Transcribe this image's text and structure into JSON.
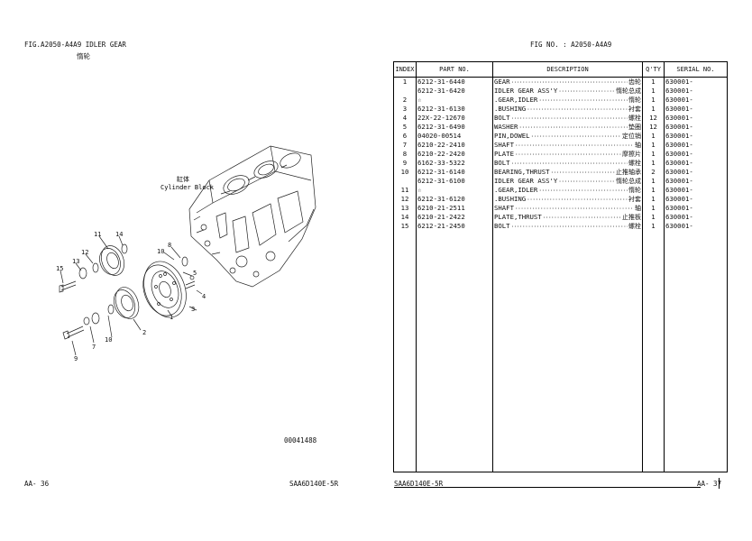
{
  "header": {
    "left_title": "FIG.A2050-A4A9 IDLER GEAR",
    "left_subtitle": "惰轮",
    "right_title": "FIG NO. : A2050-A4A9"
  },
  "drawing": {
    "block_label_cn": "缸体",
    "block_label_en": "Cylinder Block",
    "callouts": [
      "11",
      "14",
      "8",
      "10",
      "4",
      "12",
      "13",
      "15",
      "3",
      "1",
      "2",
      "10",
      "7",
      "9",
      "5"
    ],
    "doc_number": "00041488"
  },
  "table": {
    "headers": {
      "index": "INDEX",
      "part": "PART  NO.",
      "description": "DESCRIPTION",
      "qty": "Q'TY",
      "serial": "SERIAL  NO."
    },
    "rows": [
      {
        "index": "1",
        "part": "6212-31-6440",
        "desc": "GEAR",
        "desc_cn": "齿轮",
        "qty": "1",
        "serial": "630001-"
      },
      {
        "index": "",
        "part": "6212-31-6420",
        "desc": " IDLER GEAR ASS'Y",
        "desc_cn": "惰轮总成",
        "qty": "1",
        "serial": "630001-"
      },
      {
        "index": "2",
        "part": "☆",
        "desc": ".GEAR,IDLER",
        "desc_cn": "惰轮",
        "qty": "1",
        "serial": "630001-"
      },
      {
        "index": "3",
        "part": "6212-31-6130",
        "desc": ".BUSHING",
        "desc_cn": "衬套",
        "qty": "1",
        "serial": "630001-"
      },
      {
        "index": "4",
        "part": "22X-22-12670",
        "desc": "BOLT",
        "desc_cn": "螺栓",
        "qty": "12",
        "serial": "630001-"
      },
      {
        "index": "5",
        "part": "6212-31-6490",
        "desc": "WASHER",
        "desc_cn": "垫圈",
        "qty": "12",
        "serial": "630001-"
      },
      {
        "index": "6",
        "part": "04020-00514",
        "desc": "PIN,DOWEL",
        "desc_cn": "定位销",
        "qty": "1",
        "serial": "630001-"
      },
      {
        "index": "7",
        "part": "6210-22-2410",
        "desc": "SHAFT",
        "desc_cn": "轴",
        "qty": "1",
        "serial": "630001-"
      },
      {
        "index": "8",
        "part": "6210-22-2420",
        "desc": "PLATE",
        "desc_cn": "摩擦片",
        "qty": "1",
        "serial": "630001-"
      },
      {
        "index": "9",
        "part": "6162-33-5322",
        "desc": "BOLT",
        "desc_cn": "螺栓",
        "qty": "1",
        "serial": "630001-"
      },
      {
        "index": "10",
        "part": "6212-31-6140",
        "desc": "BEARING,THRUST",
        "desc_cn": "止推轴承",
        "qty": "2",
        "serial": "630001-"
      },
      {
        "index": "",
        "part": "6212-31-6100",
        "desc": " IDLER GEAR ASS'Y",
        "desc_cn": "惰轮总成",
        "qty": "1",
        "serial": "630001-"
      },
      {
        "index": "11",
        "part": "☆",
        "desc": ".GEAR,IDLER",
        "desc_cn": "惰轮",
        "qty": "1",
        "serial": "630001-"
      },
      {
        "index": "12",
        "part": "6212-31-6120",
        "desc": ".BUSHING",
        "desc_cn": "衬套",
        "qty": "1",
        "serial": "630001-"
      },
      {
        "index": "13",
        "part": "6210-21-2511",
        "desc": "SHAFT",
        "desc_cn": "轴",
        "qty": "1",
        "serial": "630001-"
      },
      {
        "index": "14",
        "part": "6210-21-2422",
        "desc": "PLATE,THRUST",
        "desc_cn": "止推板",
        "qty": "1",
        "serial": "630001-"
      },
      {
        "index": "15",
        "part": "6212-21-2450",
        "desc": "BOLT",
        "desc_cn": "螺栓",
        "qty": "1",
        "serial": "630001-"
      }
    ]
  },
  "footer": {
    "left_page": "AA-   36",
    "left_model": "SAA6D140E-5R",
    "right_model": "SAA6D140E-5R",
    "right_page": "AA-   37"
  }
}
